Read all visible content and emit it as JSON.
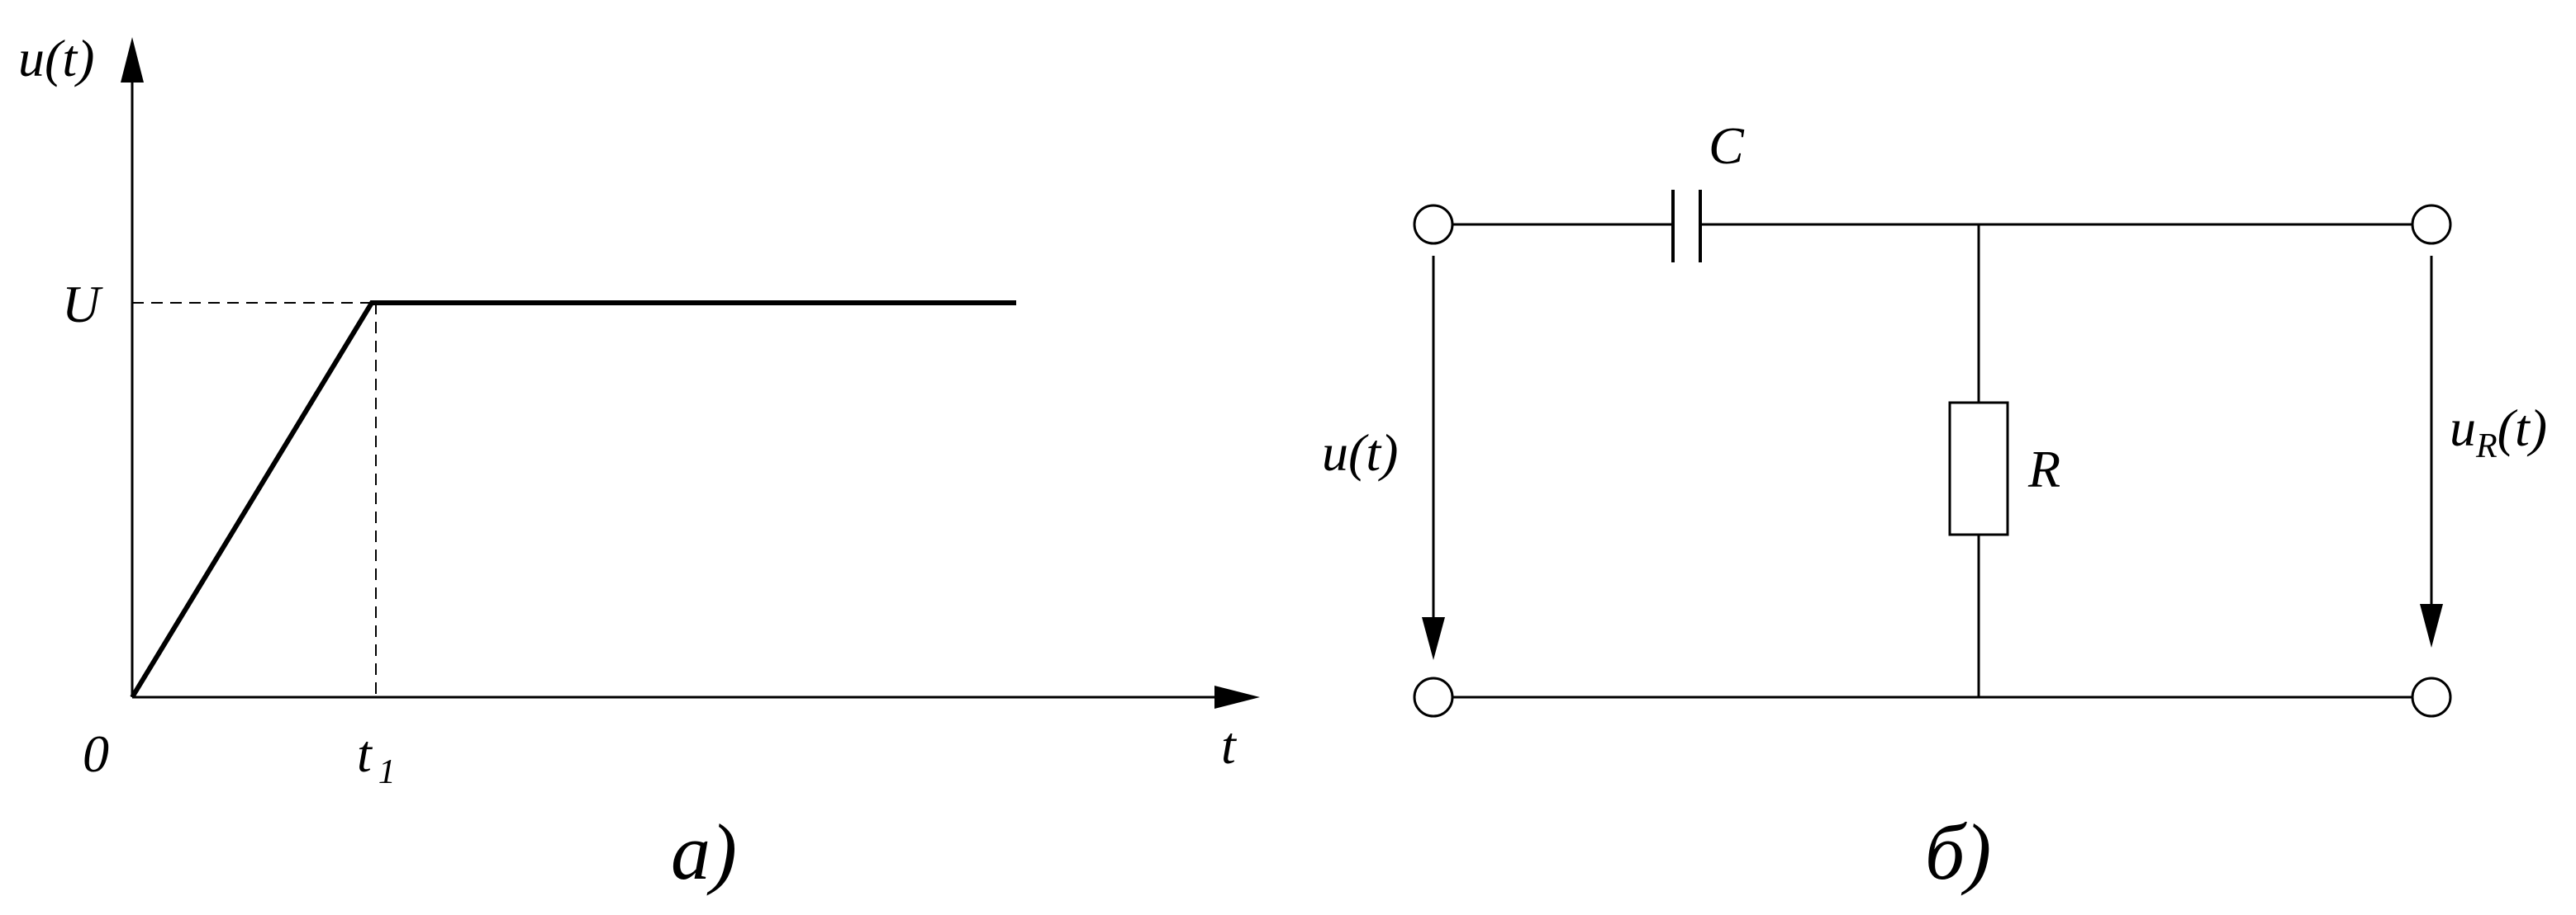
{
  "graph": {
    "y_axis_label": "u(t)",
    "x_axis_label": "t",
    "origin_label": "0",
    "level_label": "U",
    "t1_main": "t",
    "t1_sub": "1",
    "caption": "а)"
  },
  "circuit": {
    "capacitor_label": "C",
    "resistor_label": "R",
    "input_label": "u(t)",
    "output_main": "u",
    "output_sub": "R",
    "output_paren": "(t)",
    "caption": "б)"
  },
  "colors": {
    "ink": "#000000",
    "background": "#ffffff"
  },
  "chart_data": {
    "type": "line",
    "title": "",
    "xlabel": "t",
    "ylabel": "u(t)",
    "grid": false,
    "x": [
      "0",
      "t1",
      "end"
    ],
    "series": [
      {
        "values": [
          "0",
          "U",
          "U"
        ]
      }
    ],
    "annotations": [
      "U",
      "t1",
      "0"
    ]
  }
}
